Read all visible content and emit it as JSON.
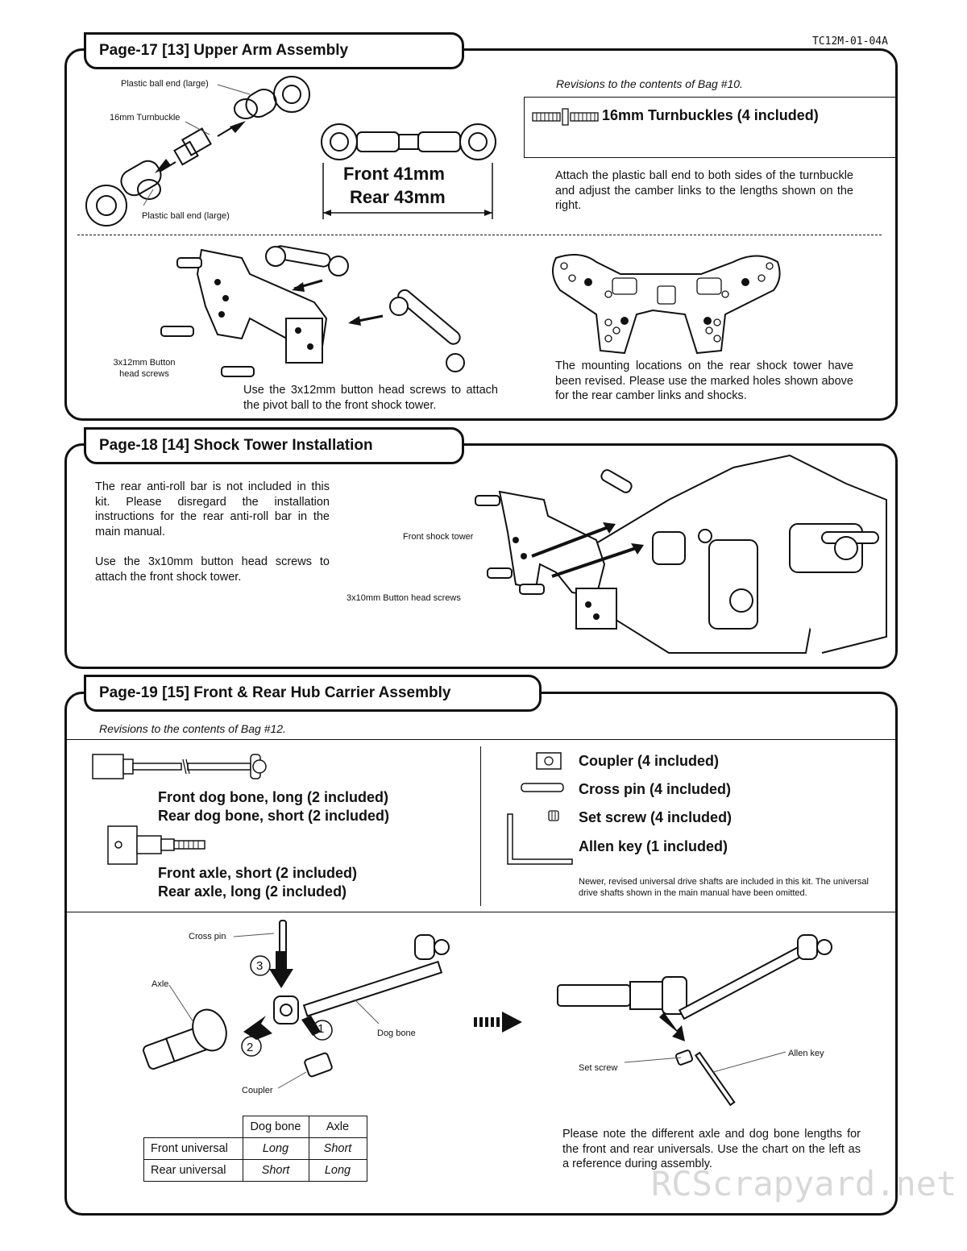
{
  "doc_code": "TC12M-01-04A",
  "sec17": {
    "title": "Page-17  [13] Upper Arm Assembly",
    "label_ball_end_top": "Plastic ball end (large)",
    "label_turnbuckle": "16mm Turnbuckle",
    "label_ball_end_bottom": "Plastic ball end (large)",
    "front_length": "Front  41mm",
    "rear_length": "Rear 43mm",
    "revision_note": "Revisions to the contents of Bag #10.",
    "turnbuckles": "16mm Turnbuckles (4 included)",
    "attach_text": "Attach the plastic ball end to both sides of the turnbuckle and adjust the camber links to the lengths shown on the right.",
    "label_screws": "3x12mm Button head screws",
    "screws_text": "Use the 3x12mm button head screws to attach the pivot ball to the front shock tower.",
    "mounting_text": "The mounting locations on the rear shock tower have been revised.  Please use the marked holes shown above for the rear camber links and shocks."
  },
  "sec18": {
    "title": "Page-18  [14] Shock Tower Installation",
    "para1": "The rear anti-roll bar is not included in this kit.  Please disregard the installation instructions for the rear anti-roll bar in the main manual.",
    "para2": "Use the 3x10mm button head screws to attach the front shock tower.",
    "label_tower": "Front shock tower",
    "label_screws": "3x10mm Button head screws"
  },
  "sec19": {
    "title": "Page-19  [15] Front & Rear Hub Carrier Assembly",
    "revision_note": "Revisions to the contents of Bag #12.",
    "dogbone_front": "Front dog bone, long (2 included)",
    "dogbone_rear": "Rear dog bone, short (2 included)",
    "axle_front": "Front axle, short (2 included)",
    "axle_rear": "Rear axle, long (2 included)",
    "coupler": "Coupler (4 included)",
    "cross_pin": "Cross pin (4 included)",
    "set_screw": "Set screw (4 included)",
    "allen_key": "Allen key (1 included)",
    "newer_note": "Newer, revised universal drive shafts are included in this kit.  The universal drive shafts shown in the main manual have been omitted.",
    "label_cross_pin": "Cross pin",
    "label_axle": "Axle",
    "label_dog_bone": "Dog bone",
    "label_coupler": "Coupler",
    "label_set_screw": "Set screw",
    "label_allen_key": "Allen key",
    "step1": "1",
    "step2": "2",
    "step3": "3",
    "table": {
      "headers": [
        "Dog bone",
        "Axle"
      ],
      "rows": [
        {
          "label": "Front universal",
          "dog_bone": "Long",
          "axle": "Short"
        },
        {
          "label": "Rear universal",
          "dog_bone": "Short",
          "axle": "Long"
        }
      ]
    },
    "note_text": "Please note the different axle and dog bone lengths for the front and rear universals.  Use the chart on the left as a reference during assembly."
  },
  "watermark": "RCScrapyard.net"
}
